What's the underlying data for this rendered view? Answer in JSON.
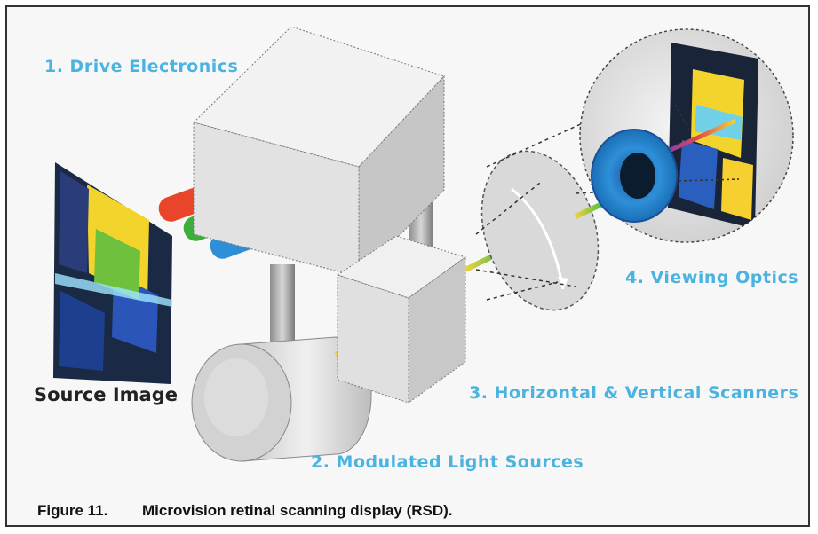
{
  "labels": {
    "drive_electronics": "1. Drive Electronics",
    "modulated_light_sources": "2. Modulated Light Sources",
    "scanners": "3. Horizontal & Vertical Scanners",
    "viewing_optics": "4. Viewing Optics",
    "source_image": "Source Image"
  },
  "caption": {
    "number": "Figure 11.",
    "text": "Microvision retinal scanning display (RSD)."
  },
  "colors": {
    "label": "#4bb3e0",
    "red_source": "#e8452a",
    "green_source": "#3cae3a",
    "blue_source": "#2e8fd8",
    "box_face": "#e4e4e4"
  }
}
